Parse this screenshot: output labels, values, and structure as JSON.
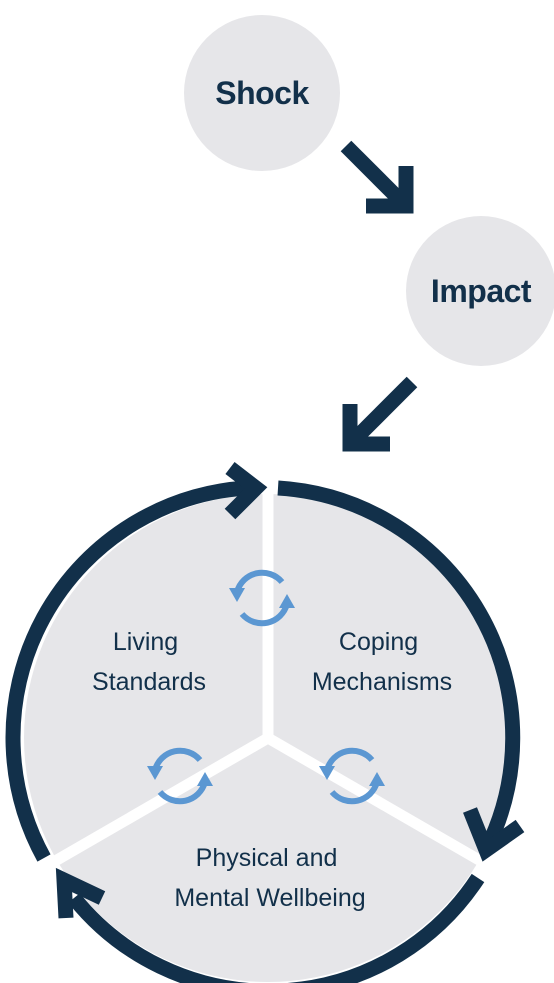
{
  "nodes": {
    "shock": "Shock",
    "impact": "Impact"
  },
  "cycle": {
    "segments": {
      "living_standards": [
        "Living",
        "Standards"
      ],
      "coping_mechanisms": [
        "Coping",
        "Mechanisms"
      ],
      "wellbeing": [
        "Physical and",
        "Mental Wellbeing"
      ]
    }
  },
  "colors": {
    "navy": "#12304a",
    "circle_fill": "#e6e6e9",
    "refresh_icon": "#5b97d2"
  }
}
